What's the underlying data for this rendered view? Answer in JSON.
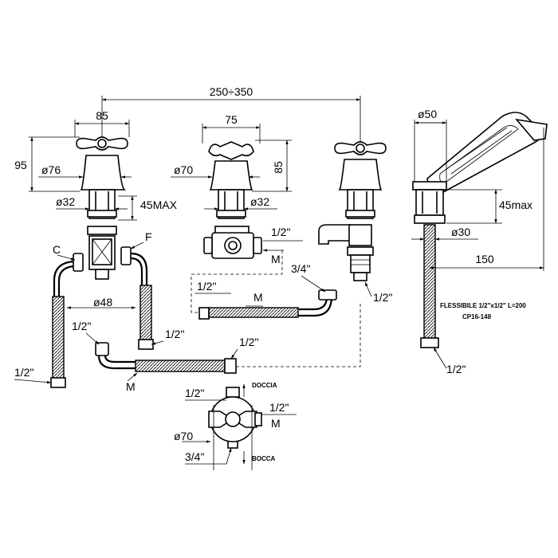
{
  "dimensions": {
    "span": "250÷350",
    "w85": "85",
    "h95": "95",
    "d76": "ø76",
    "d32a": "ø32",
    "max45": "45MAX",
    "w75": "75",
    "h85": "85",
    "d70a": "ø70",
    "d32b": "ø32",
    "d50": "ø50",
    "max45b": "45max",
    "d30": "ø30",
    "len150": "150",
    "d48": "ø48",
    "d70b": "ø70"
  },
  "threads": {
    "half_1": "1/2\"",
    "three_quarter_1": "3/4\"",
    "half_2": "1/2\"",
    "half_3": "1/2\"",
    "half_4": "1/2\"",
    "half_5": "1/2\"",
    "half_6": "1/2\"",
    "half_7": "1/2\"",
    "half_8": "1/2\"",
    "half_9": "1/2\"",
    "half_10": "1/2\"",
    "three_quarter_2": "3/4\""
  },
  "letters": {
    "C": "C",
    "F": "F",
    "M1": "M",
    "M2": "M",
    "M3": "M",
    "M4": "M"
  },
  "notes": {
    "hose_spec": "FLESSIBILE 1/2\"x1/2\" L=200",
    "part_code": "CP16-148",
    "doccia": "DOCCIA",
    "bocca": "BOCCA"
  }
}
